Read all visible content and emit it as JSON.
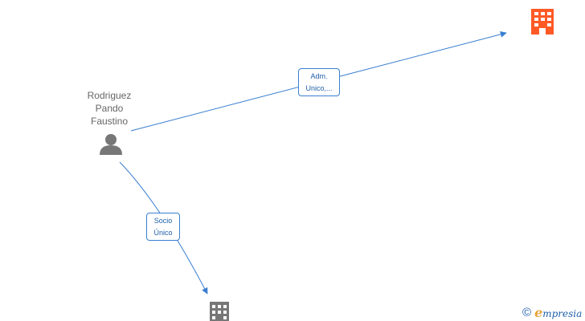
{
  "diagram": {
    "person": {
      "name_lines": [
        "Rodriguez",
        "Pando",
        "Faustino"
      ],
      "icon": "person-icon",
      "color": "#777777"
    },
    "companies": [
      {
        "id": "company-top-right",
        "icon": "building-icon",
        "color": "#ff5a26"
      },
      {
        "id": "company-bottom",
        "icon": "building-icon",
        "color": "#777777"
      }
    ],
    "edges": [
      {
        "id": "edge-adm",
        "label_lines": [
          "Adm.",
          "Unico,..."
        ]
      },
      {
        "id": "edge-socio",
        "label_lines": [
          "Socio",
          "Único"
        ]
      }
    ],
    "edge_color": "#3a7fd0"
  },
  "watermark": {
    "copyright": "©",
    "brand_initial": "e",
    "brand_rest": "mpresia"
  }
}
